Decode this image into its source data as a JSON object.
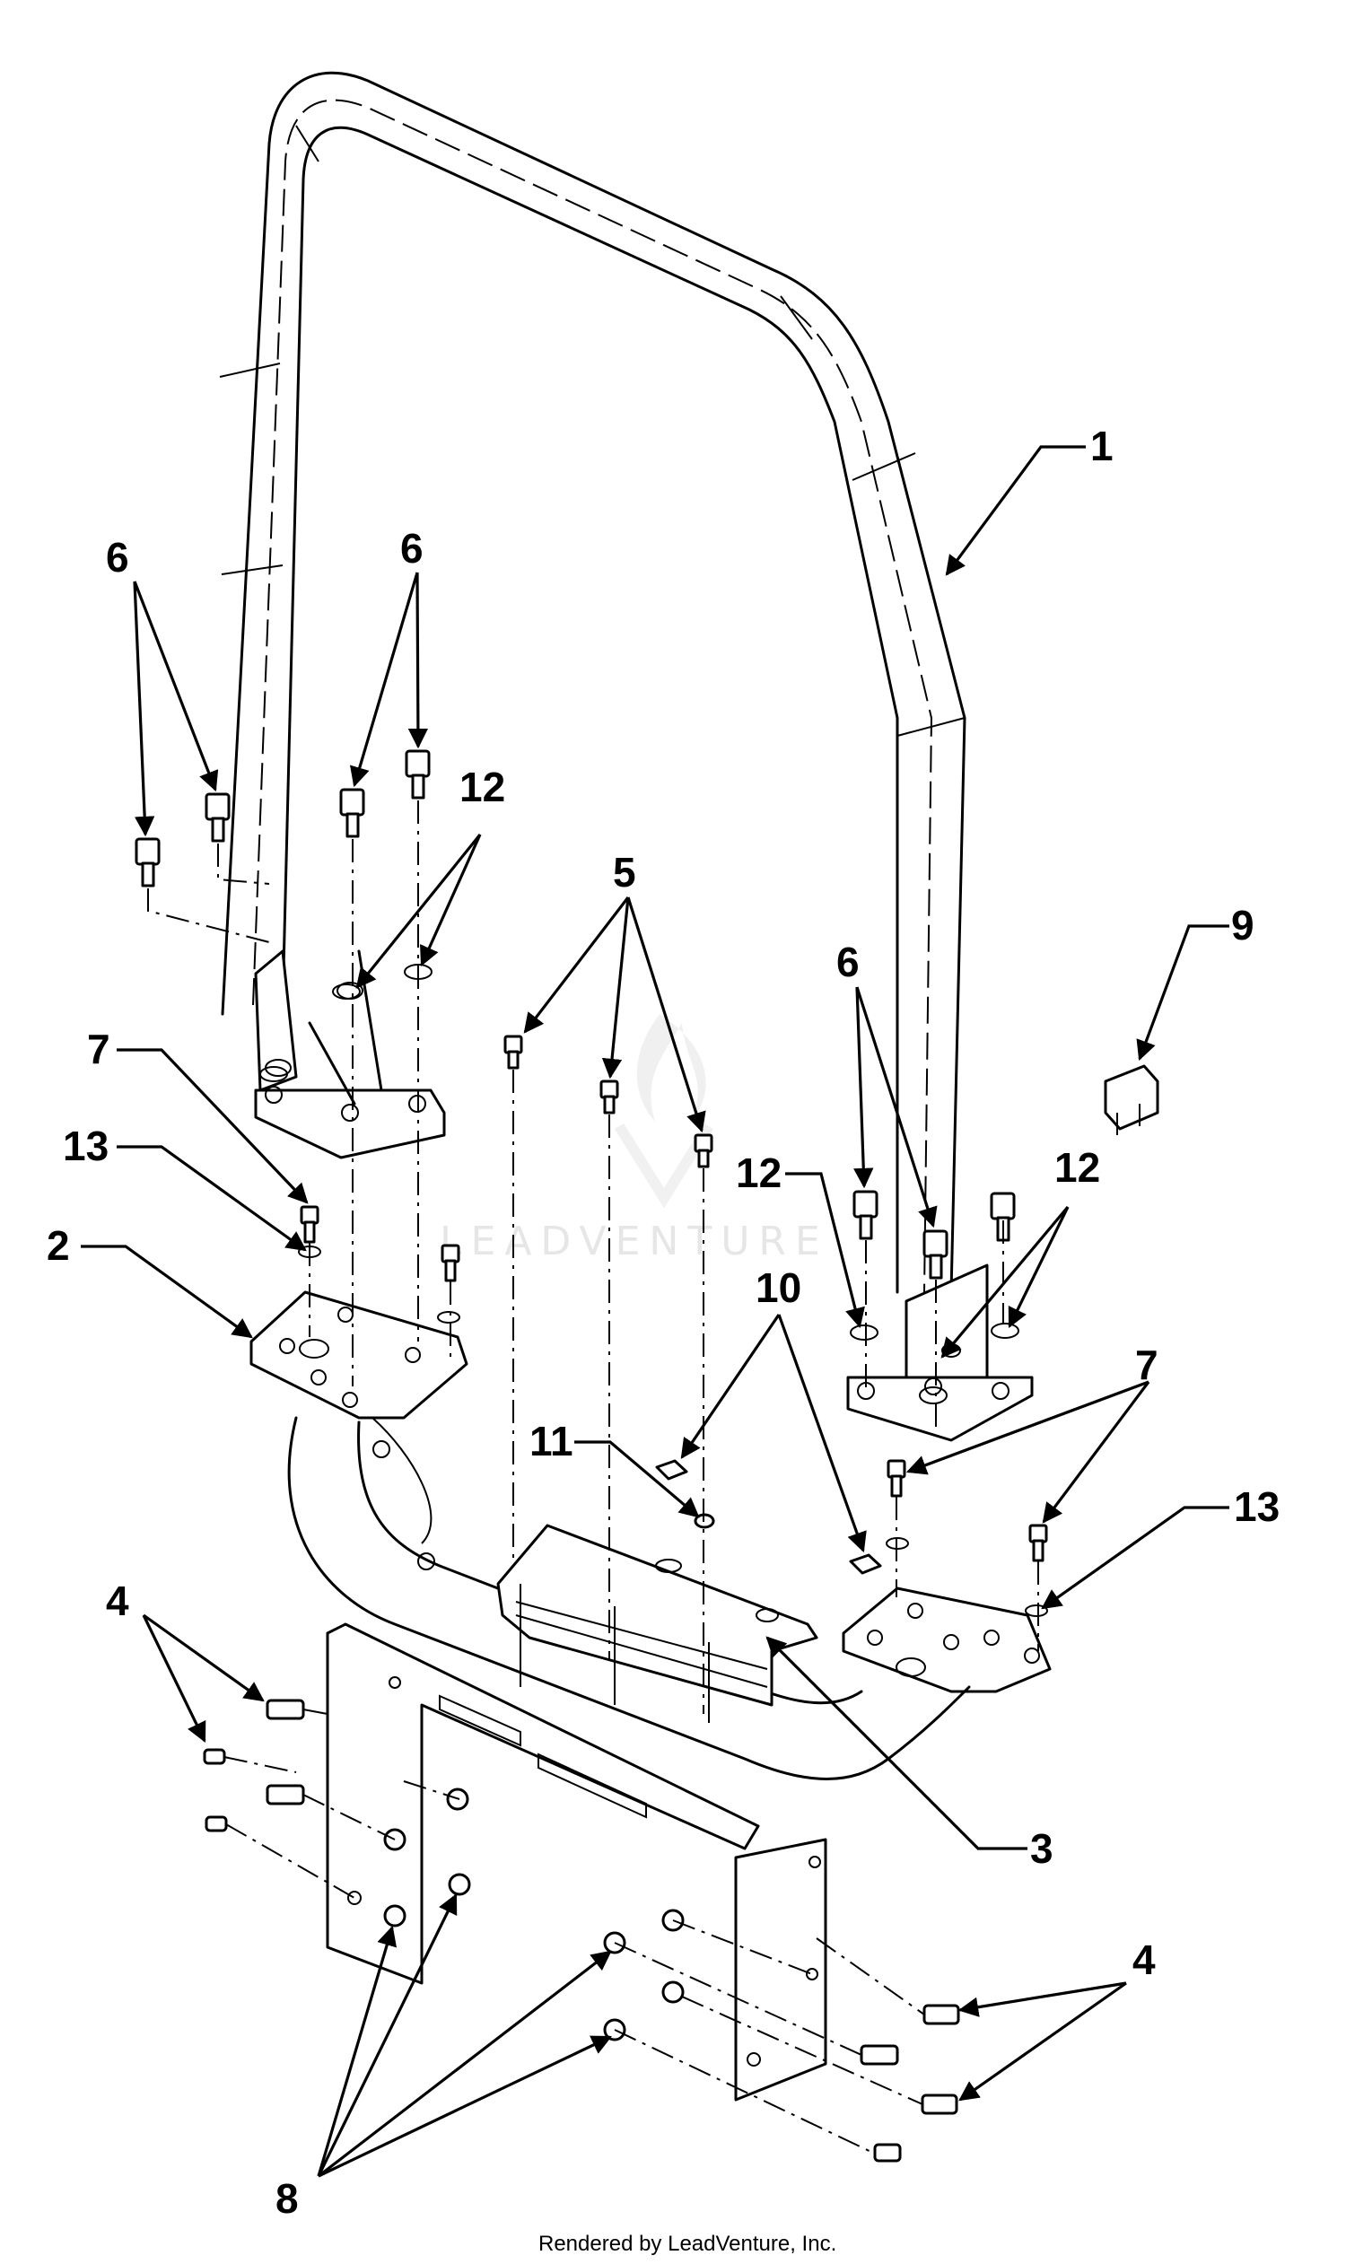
{
  "diagram": {
    "callouts": {
      "c1": "1",
      "c2": "2",
      "c3": "3",
      "c4a": "4",
      "c4b": "4",
      "c5": "5",
      "c6a": "6",
      "c6b": "6",
      "c6c": "6",
      "c7a": "7",
      "c7b": "7",
      "c8": "8",
      "c9": "9",
      "c10": "10",
      "c11": "11",
      "c12a": "12",
      "c12b": "12",
      "c12c": "12",
      "c13a": "13",
      "c13b": "13"
    },
    "watermark_text": "LEADVENTURE",
    "credit": "Rendered by LeadVenture, Inc."
  }
}
